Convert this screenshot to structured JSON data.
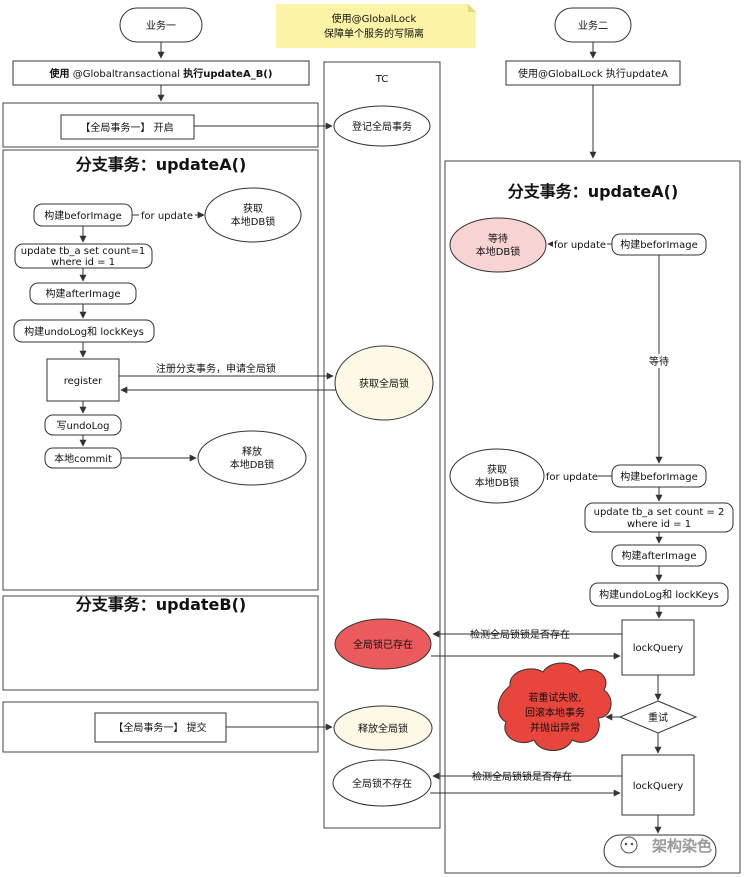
{
  "biz1": "业务一",
  "biz2": "业务二",
  "note": [
    "使用@GlobalLock",
    "保障单个服务的写隔离"
  ],
  "tc_title": "TC",
  "biz1_action_prefix": "使用",
  "biz1_action_mid": " @Globaltransactional ",
  "biz1_action_suffix": "执行updateA_B()",
  "biz2_action": "使用@GlobalLock 执行updateA",
  "global_tx_start": "【全局事务一】 开启",
  "tc_register": "登记全局事务",
  "branchA_title": "分支事务：updateA()",
  "branchB_title": "分支事务：updateB()",
  "biz2_branch_title": "分支事务：updateA()",
  "build_before": "构建beforImage",
  "for_update": "for update",
  "get_lock": [
    "获取",
    "本地DB锁"
  ],
  "update_stmt1": [
    "update tb_a set count=1",
    "where id = 1"
  ],
  "build_after": "构建afterImage",
  "build_undo": "构建undoLog和 lockKeys",
  "register": "register",
  "register_req": "注册分支事务，申请全局锁",
  "tc_get_global": "获取全局锁",
  "write_undo": "写undoLog",
  "local_commit": "本地commit",
  "release_lock": [
    "释放",
    "本地DB锁"
  ],
  "global_tx_commit": "【全局事务一】 提交",
  "tc_release_global": "释放全局锁",
  "tc_lock_exists": "全局锁已存在",
  "tc_lock_not_exists": "全局锁不存在",
  "wait_lock": [
    "等待",
    "本地DB锁"
  ],
  "wait": "等待",
  "get_lock2": [
    "获取",
    "本地DB锁"
  ],
  "update_stmt2": [
    "update tb_a set count = 2",
    "where id = 1"
  ],
  "check_lock": "检测全局锁锁是否存在",
  "lock_query": "lockQuery",
  "retry": "重试",
  "retry_fail": [
    "若重试失败,",
    "回滚本地事务",
    "并抛出异常"
  ],
  "watermark": "架构染色",
  "colors": {
    "note_bg": "#fbf3a6",
    "wait_fill": "#f8d3d3",
    "tc_yellow": "#fdf9e6",
    "lock_exists_fill": "#eb5a5c",
    "cloud_fill": "#e8453c"
  }
}
